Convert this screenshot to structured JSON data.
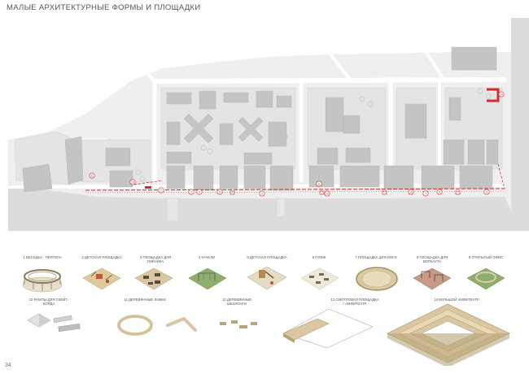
{
  "page": {
    "title": "МАЛЫЕ АРХИТЕКТУРНЫЕ ФОРМЫ И ПЛОЩАДКИ",
    "page_number": "34"
  },
  "plan": {
    "markers": [
      "14",
      "11",
      "1",
      "2",
      "6",
      "3",
      "12",
      "5",
      "9",
      "13",
      "7",
      "8",
      "4",
      "10"
    ]
  },
  "catalog": {
    "items": [
      {
        "label": "1 БЕСЕДКА - ПЕРГОЛА"
      },
      {
        "label": "2 ДЕТСКАЯ ПЛОЩАДКА"
      },
      {
        "label": "3 ПЛОЩАДКА ДЛЯ\nПИКНИКА"
      },
      {
        "label": "4 КАЧЕЛИ"
      },
      {
        "label": "5 ДЕТСКАЯ ПЛОЩАДКА"
      },
      {
        "label": "6 ПЛЯЖ"
      },
      {
        "label": "7 ПЛОЩАДКА ДЛЯ ЙОГИ"
      },
      {
        "label": "8 ПЛОЩАДКА ДЛЯ\nВОРКАУТА"
      },
      {
        "label": "9 ОТКРЫТЫЙ ОФИС"
      },
      {
        "label": "10 РАМПЫ ДЛЯ СКЕЙТ-\nБОРДА"
      },
      {
        "label": "11 ДЕРЕВЯННЫЕ ЛАВКИ"
      },
      {
        "label": "12 ДЕРЕВЯННЫЕ\nШЕЗЛОНГИ"
      },
      {
        "label": "13 СМОТРОВАЯ ПЛОЩАДКА\n/ АМФИТЕАТР"
      },
      {
        "label": "14 БОЛЬШОЙ АМФИТЕАТР"
      }
    ]
  },
  "colors": {
    "accent": "#d42a2a",
    "water": "#dcdcdc",
    "building": "#c4c4c4",
    "road": "#ffffff",
    "ground": "#ececec",
    "grass": "#8fae6b",
    "wood": "#d8c7a0",
    "sand": "#e6dcc6"
  }
}
